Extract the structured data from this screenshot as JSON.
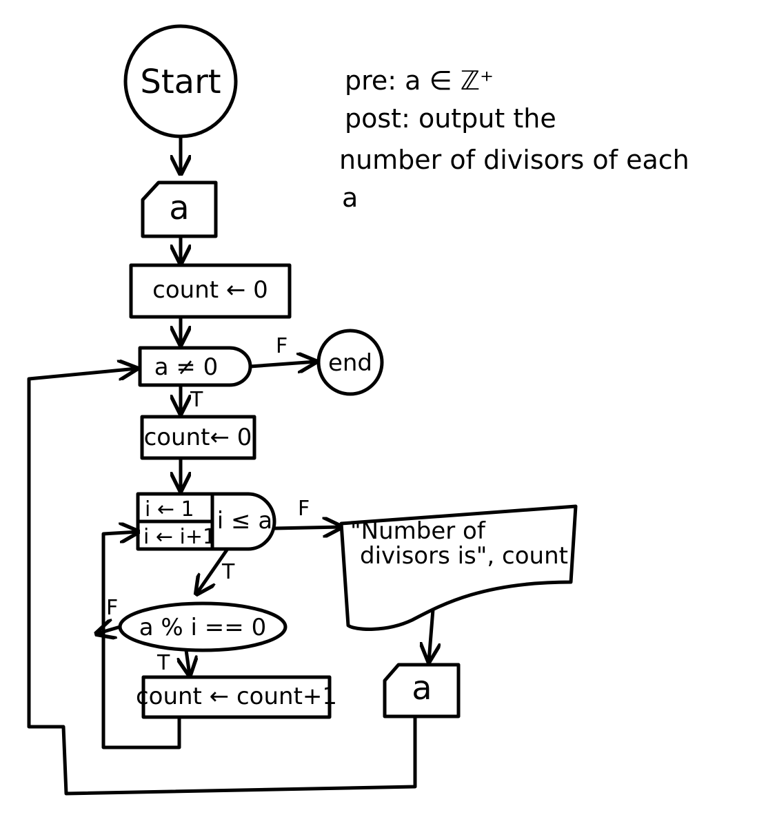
{
  "nodes": {
    "start": "Start",
    "input_a": "a",
    "init_count": "count ← 0",
    "loop_cond": "a ≠ 0",
    "end": "end",
    "reset_count": "count← 0",
    "for_init": "i ← 1",
    "for_step": "i ← i+1",
    "for_cond": "i ≤ a",
    "mod_cond": "a % i == 0",
    "increment": "count ← count+1",
    "output_line1": "\"Number of",
    "output_line2": "divisors is\", count",
    "input_a2": "a"
  },
  "edge_labels": {
    "loop_false": "F",
    "loop_true": "T",
    "for_false": "F",
    "for_true": "T",
    "mod_false": "F",
    "mod_true": "T"
  },
  "notes": {
    "line1": "pre: a ∈ ℤ⁺",
    "line2": "post: output the",
    "line3": "number of divisors of each",
    "line4": "a"
  }
}
